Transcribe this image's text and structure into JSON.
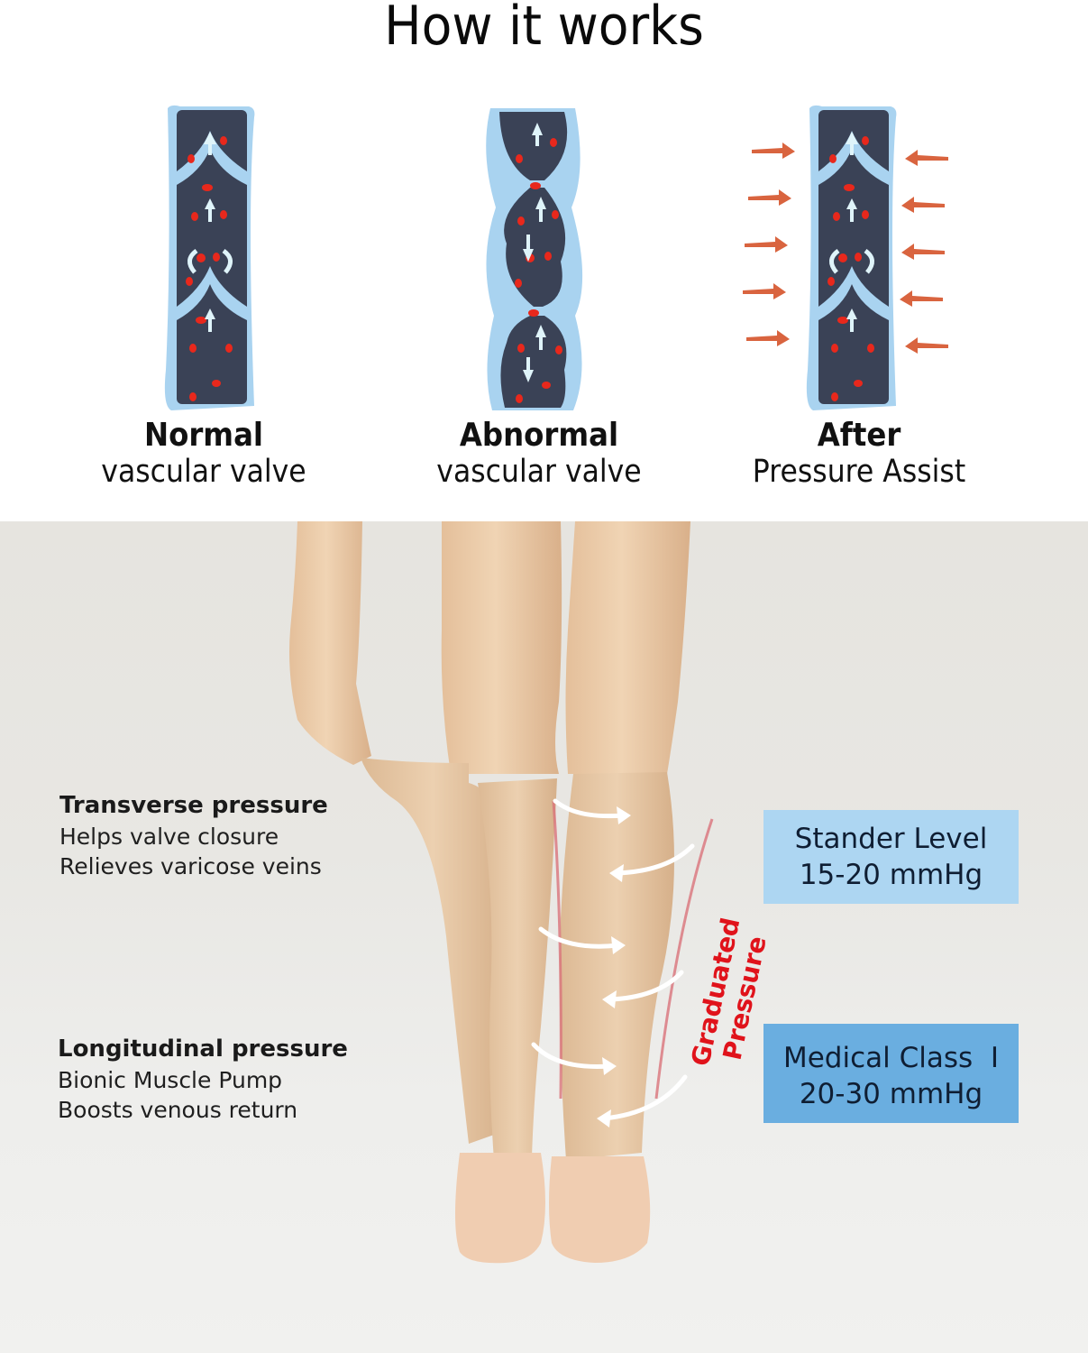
{
  "header": {
    "title": "How it works"
  },
  "panels": [
    {
      "id": "normal",
      "title": "Normal",
      "subtitle": "vascular valve",
      "icon": "normal-vein-valve-icon"
    },
    {
      "id": "abnormal",
      "title": "Abnormal",
      "subtitle": "vascular valve",
      "icon": "abnormal-vein-valve-icon"
    },
    {
      "id": "after",
      "title": "After",
      "subtitle": "Pressure Assist",
      "icon": "compressed-vein-valve-icon"
    }
  ],
  "features": [
    {
      "heading": "Transverse pressure",
      "lines": [
        "Helps valve closure",
        "Relieves varicose veins"
      ]
    },
    {
      "heading": "Longitudinal pressure",
      "lines": [
        "Bionic Muscle Pump",
        "Boosts venous return"
      ]
    }
  ],
  "graduated_label": "Graduated Pressure",
  "levels": [
    {
      "line1": "Stander Level",
      "line2": "15-20 mmHg",
      "color": "#add6f2"
    },
    {
      "line1": "Medical Class  I",
      "line2": "20-30 mmHg",
      "color": "#6aaee0"
    }
  ],
  "colors": {
    "vein_wall": "#a9d3f0",
    "vein_inner": "#3a4256",
    "blood_cell": "#e8281c",
    "pressure_arrow": "#d9643f",
    "graduated_text": "#e0131b"
  }
}
